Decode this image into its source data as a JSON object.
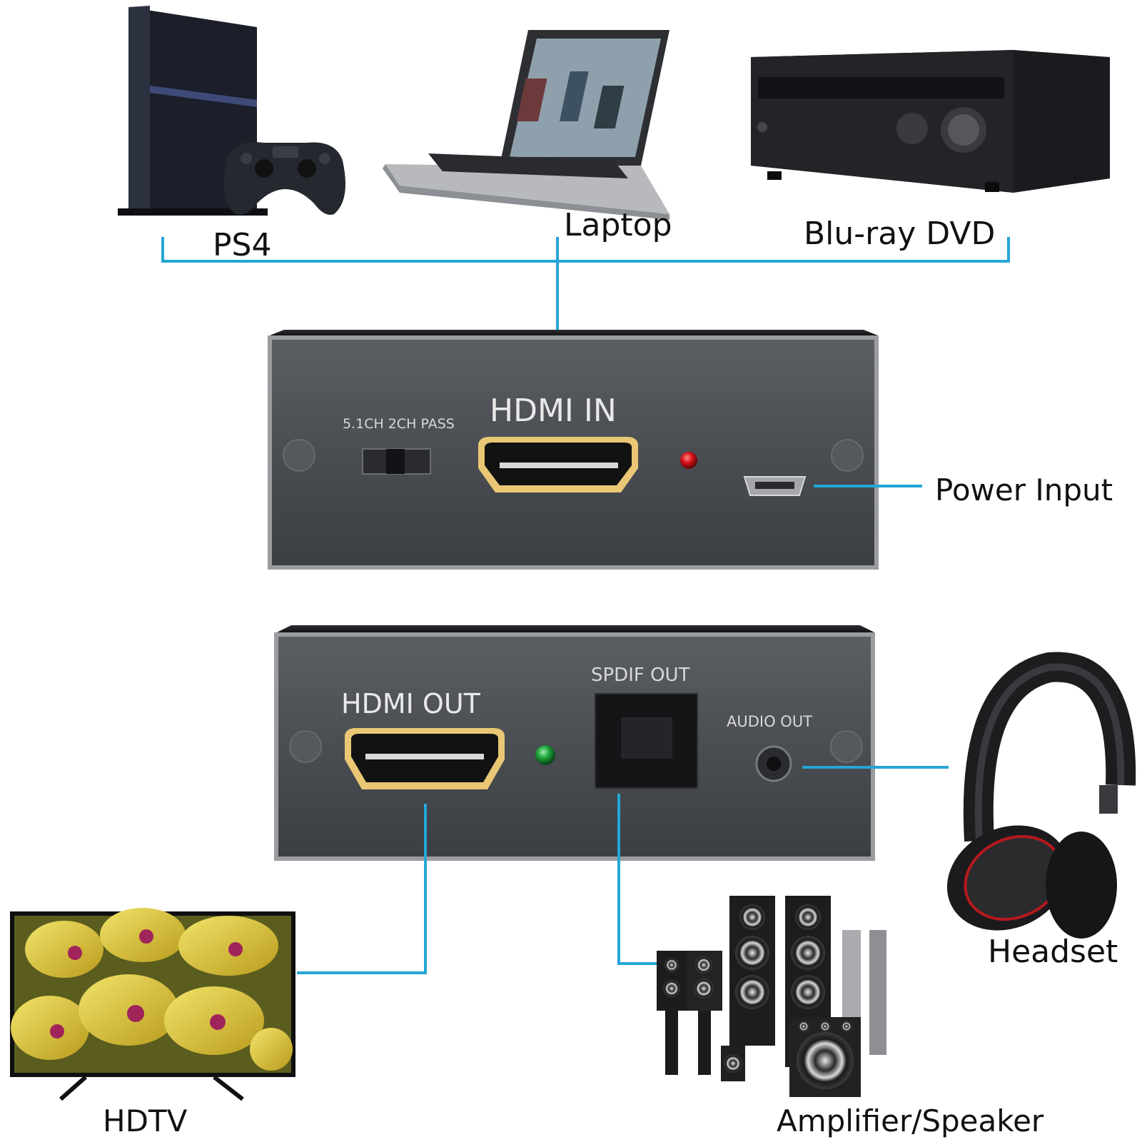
{
  "devices": {
    "ps4": "PS4",
    "laptop": "Laptop",
    "bluray": "Blu-ray DVD",
    "power": "Power Input",
    "headset": "Headset",
    "hdtv": "HDTV",
    "speaker": "Amplifier/Speaker"
  },
  "panel_in": {
    "switch_label": "5.1CH 2CH PASS",
    "port_label": "HDMI IN"
  },
  "panel_out": {
    "hdmi_label": "HDMI OUT",
    "spdif_label": "SPDIF OUT",
    "audio_label": "AUDIO OUT"
  },
  "colors": {
    "connector_line": "#25a6d6",
    "panel": "#4a4d52",
    "led_red": "#d8151b",
    "led_green": "#1fa33a",
    "hdmi_gold": "#e9c774"
  }
}
